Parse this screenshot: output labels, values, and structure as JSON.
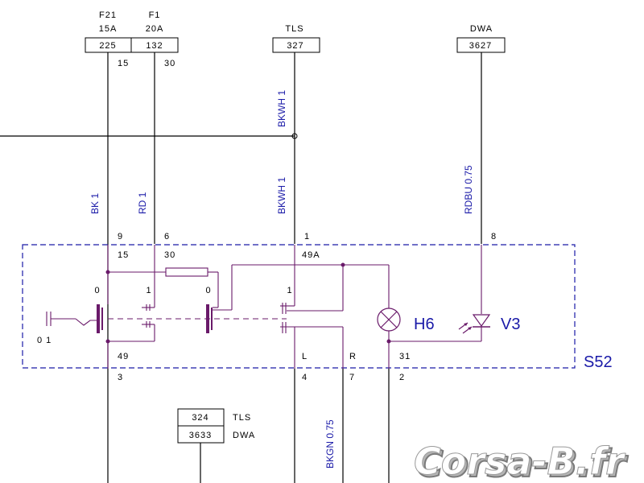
{
  "fuses": {
    "f21": {
      "name": "F21",
      "rating": "15A",
      "code": "225",
      "pin": "15"
    },
    "f1": {
      "name": "F1",
      "rating": "20A",
      "code": "132",
      "pin": "30"
    }
  },
  "tls_top": {
    "name": "TLS",
    "code": "327"
  },
  "dwa_top": {
    "name": "DWA",
    "code": "3627"
  },
  "wires": {
    "bkwh_upper": "BKWH 1",
    "bkwh_lower": "BKWH 1",
    "bk1": "BK 1",
    "rd1": "RD 1",
    "rdbu": "RDBU 0.75",
    "bkgn": "BKGN 0.75"
  },
  "pins_outer_top": [
    "9",
    "6",
    "1",
    "8"
  ],
  "pins_inner_top": [
    "15",
    "30",
    "49A"
  ],
  "pins_inner_bottom": [
    "49",
    "L",
    "R",
    "31"
  ],
  "pins_outer_bottom": [
    "3",
    "4",
    "7",
    "2"
  ],
  "switch_positions": [
    "0",
    "1",
    "0",
    "1"
  ],
  "switch_label": "0 1",
  "lamp_label": "H6",
  "diode_label": "V3",
  "module_label": "S52",
  "bottom_table": [
    {
      "code": "324",
      "name": "TLS"
    },
    {
      "code": "3633",
      "name": "DWA"
    }
  ],
  "watermark": "Corsa-B.fr"
}
